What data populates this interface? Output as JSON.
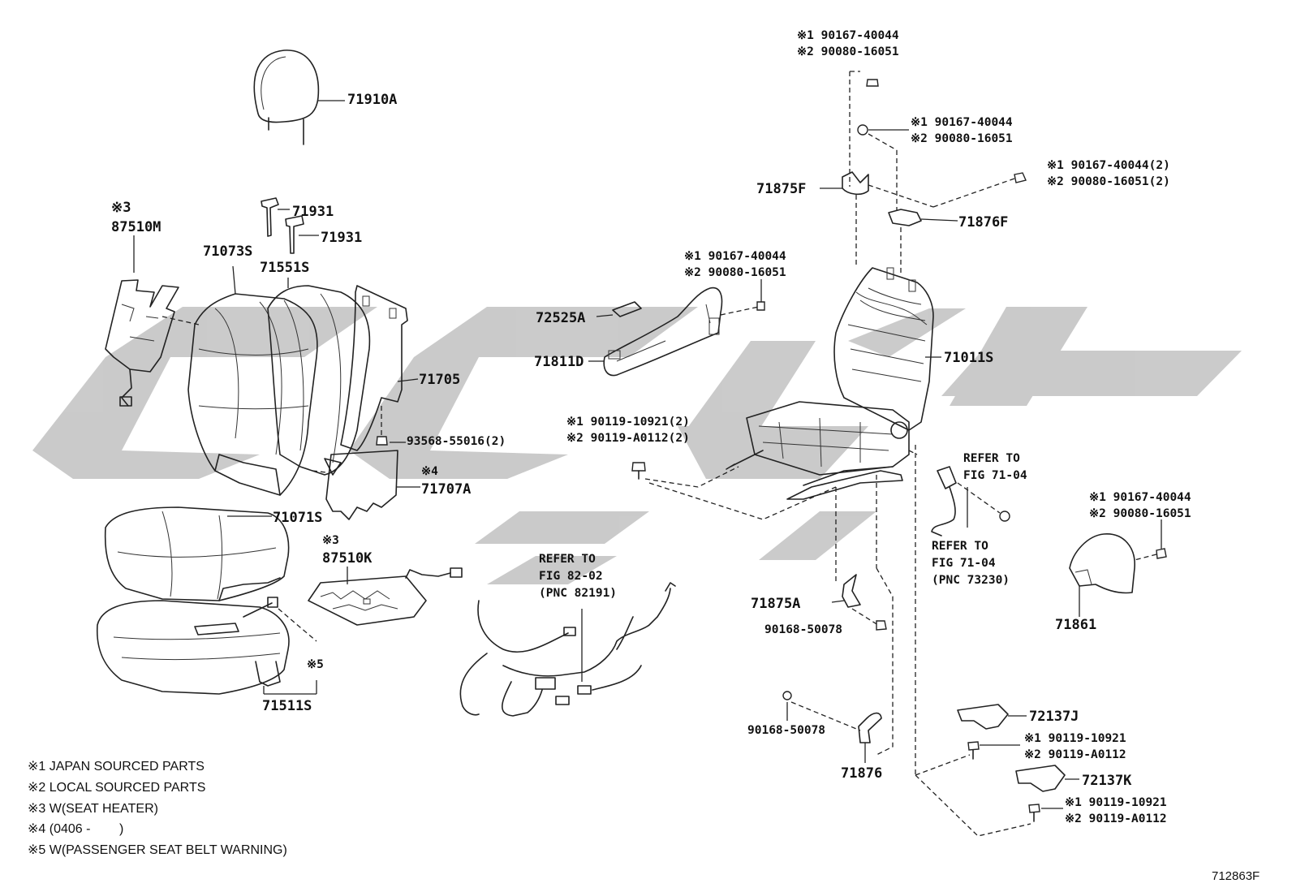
{
  "watermark_color": "#c8c8c8",
  "labels": {
    "headrest": "71910A",
    "support_71931_a": "71931",
    "support_71931_b": "71931",
    "heater_back_note": "※3",
    "heater_back": "87510M",
    "back_cover": "71073S",
    "back_pad": "71551S",
    "back_board": "71705",
    "clip_note": "93568-55016(2)",
    "board_71707_note": "※4",
    "board_71707": "71707A",
    "cushion_cover": "71071S",
    "heater_cushion_note": "※3",
    "heater_cushion": "87510K",
    "sensor_note": "※5",
    "cushion_pad": "71511S",
    "wire_refer_1": "REFER TO",
    "wire_refer_2": "FIG 82-02",
    "wire_refer_3": "(PNC 82191)",
    "shield_outer": "72525A",
    "shield_side": "71811D",
    "shield_screw_1": "※1 90167-40044",
    "shield_screw_2": "※2 90080-16051",
    "bolt_front_1": "※1 90119-10921(2)",
    "bolt_front_2": "※2 90119-A0112(2)",
    "top_screw_1": "※1 90167-40044",
    "top_screw_2": "※2 90080-16051",
    "mid_screw_1": "※1 90167-40044",
    "mid_screw_2": "※2 90080-16051",
    "right_screw_1": "※1 90167-40044(2)",
    "right_screw_2": "※2 90080-16051(2)",
    "cover_f": "71875F",
    "cover_876f": "71876F",
    "frame": "71011S",
    "belt_refer_1": "REFER TO",
    "belt_refer_2": "FIG 71-04",
    "belt_refer_b1": "REFER TO",
    "belt_refer_b2": "FIG 71-04",
    "belt_refer_b3": "(PNC 73230)",
    "hinge_screw_1": "※1 90167-40044",
    "hinge_screw_2": "※2 90080-16051",
    "hinge_cover": "71861",
    "cover_a": "71875A",
    "screw_50078_a": "90168-50078",
    "screw_50078_b": "90168-50078",
    "cover_876": "71876",
    "cover_j": "72137J",
    "cover_k": "72137K",
    "bolt_j_1": "※1 90119-10921",
    "bolt_j_2": "※2 90119-A0112",
    "bolt_k_1": "※1 90119-10921",
    "bolt_k_2": "※2 90119-A0112"
  },
  "notes": [
    "※1 JAPAN SOURCED PARTS",
    "※2 LOCAL SOURCED PARTS",
    "※3 W(SEAT HEATER)",
    "※4 (0406 -        )",
    "※5 W(PASSENGER SEAT BELT WARNING)"
  ],
  "figure_number": "712863F"
}
